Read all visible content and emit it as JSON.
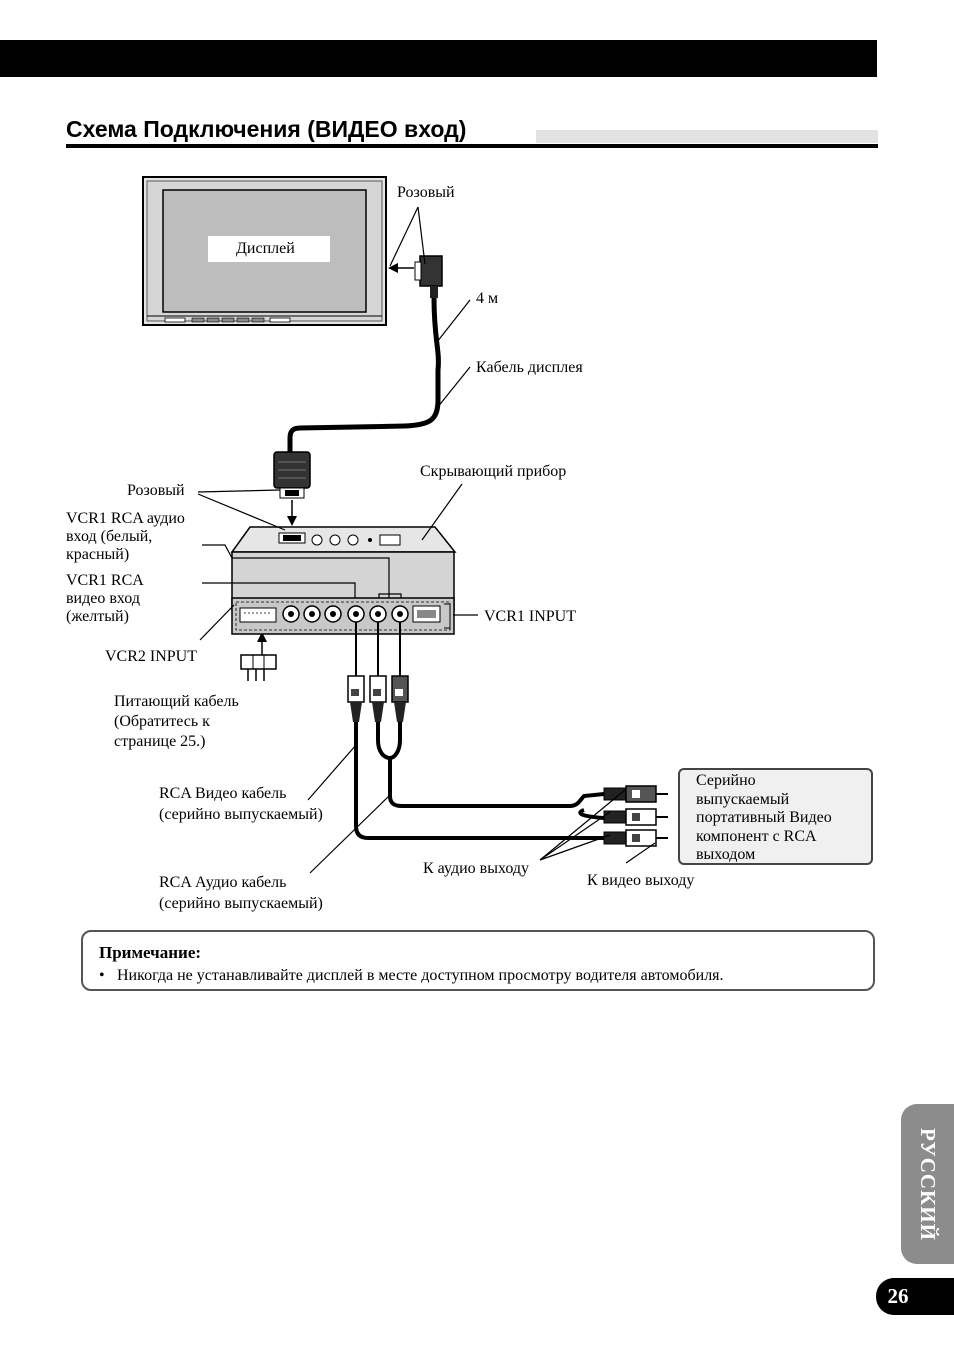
{
  "page": {
    "title": "Схема Подключения (ВИДЕО вход)",
    "language_tab": "РУССКИЙ",
    "page_number": "26"
  },
  "diagram": {
    "display_label": "Дисплей",
    "pink_top": "Розовый",
    "length": "4 м",
    "display_cable": "Кабель дисплея",
    "hide_unit": "Скрывающий прибор",
    "pink_bottom": "Розовый",
    "vcr1_audio": "VCR1 RCA аудио\nвход (белый,\nкрасный)",
    "vcr1_video": "VCR1 RCA\nвидео вход\n(желтый)",
    "vcr1_input": "VCR1 INPUT",
    "vcr2_input": "VCR2 INPUT",
    "power_cable": "Питающий кабель\n(Обратитесь к\nстранице 25.)",
    "rca_video_cable": "RCA Видео кабель\n(серийно выпускаемый)",
    "rca_audio_cable": "RCA Аудио кабель\n(серийно выпускаемый)",
    "to_audio_out": "К аудио выходу",
    "to_video_out": "К видео выходу",
    "source_component": "Серийно\nвыпускаемый\nпортативный Видео\nкомпонент с RCA\nвыходом"
  },
  "note": {
    "title": "Примечание:",
    "items": [
      "Никогда не устанавливайте дисплей в месте доступном просмотру водителя автомобиля."
    ]
  },
  "colors": {
    "banner": "#000000",
    "heading_bar": "#e2e2e2",
    "language_tab": "#8c8c8c",
    "component_box": "#f0f0f0"
  }
}
